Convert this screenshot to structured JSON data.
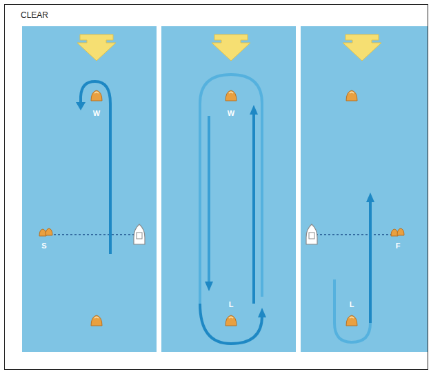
{
  "diagram": {
    "title": "CLEAR",
    "labels": [
      "W",
      "S",
      "W",
      "L",
      "L",
      "F"
    ]
  }
}
